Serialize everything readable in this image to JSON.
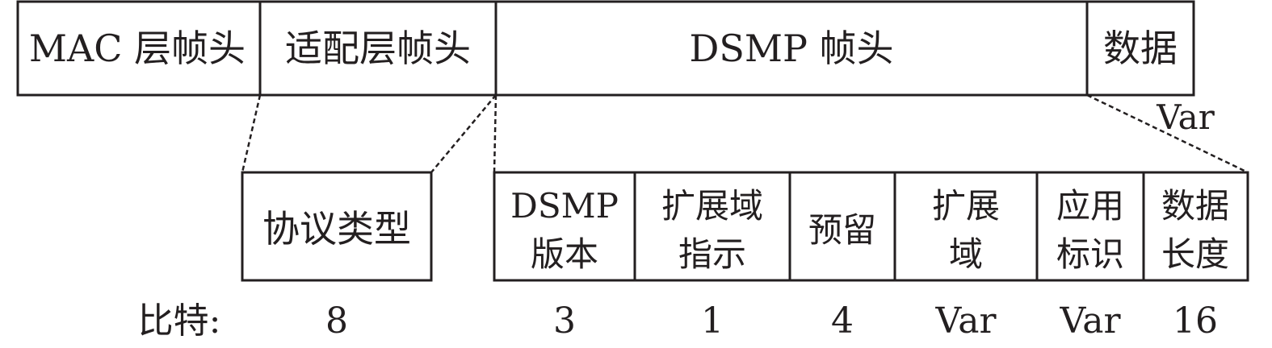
{
  "top_row": {
    "mac_header": "MAC 层帧头",
    "adapter_header": "适配层帧头",
    "dsmp_header": "DSMP 帧头",
    "data": "数据",
    "data_length_note": "Var"
  },
  "adapter_fields": {
    "protocol_type": "协议类型"
  },
  "dsmp_fields": {
    "version": [
      "DSMP",
      "版本"
    ],
    "ext_indicator": [
      "扩展域",
      "指示"
    ],
    "reserved": "预留",
    "ext_field": [
      "扩展",
      "域"
    ],
    "app_id": [
      "应用",
      "标识"
    ],
    "data_length": [
      "数据",
      "长度"
    ]
  },
  "bits_row": {
    "label": "比特:",
    "protocol_type": "8",
    "version": "3",
    "ext_indicator": "1",
    "reserved": "4",
    "ext_field": "Var",
    "app_id": "Var",
    "data_length": "16"
  }
}
